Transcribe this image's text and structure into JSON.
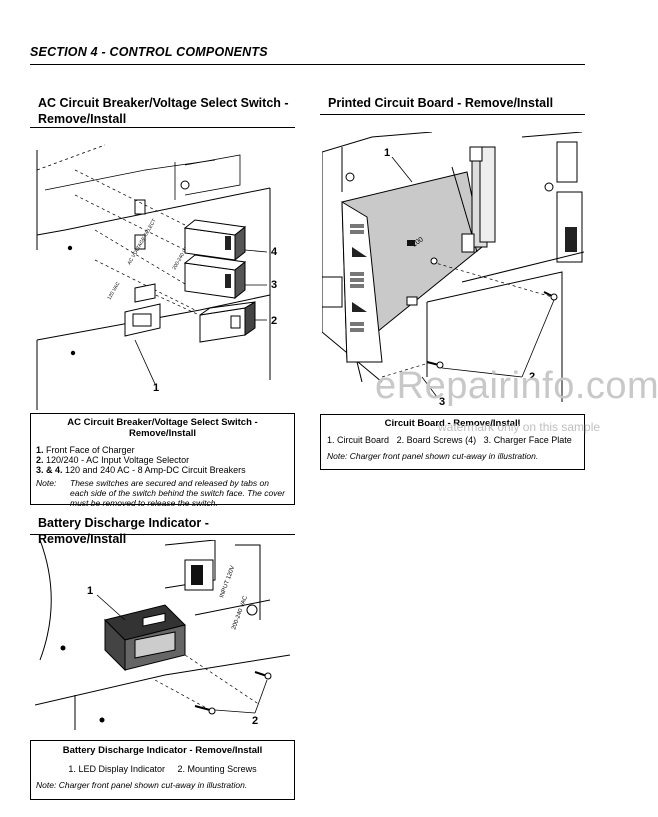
{
  "section": {
    "title": "SECTION 4 - CONTROL COMPONENTS"
  },
  "ac_breaker": {
    "title_line1": "AC Circuit Breaker/Voltage Select Switch  -",
    "title_line2": "Remove/Install",
    "callouts": [
      "1",
      "2",
      "3",
      "4"
    ],
    "figure_text": {
      "select": "AC VOLTAGE SELECT",
      "v120": "120 VAC",
      "v240": "200-240 VAC"
    },
    "caption": {
      "title": "AC Circuit Breaker/Voltage Select Switch - Remove/Install",
      "items": [
        {
          "num": "1.",
          "text": "Front Face of Charger"
        },
        {
          "num": "2.",
          "text": "120/240 - AC Input Voltage Selector"
        },
        {
          "num": "3. & 4.",
          "text": "120 and 240 AC - 8 Amp-DC Circuit Breakers"
        }
      ],
      "note_label": "Note:",
      "note_text": "These switches are secured and released by tabs on each side of the switch behind the switch face. The cover must be removed to release the switch."
    }
  },
  "pcb": {
    "title": "Printed Circuit Board - Remove/Install",
    "callouts": [
      "1",
      "2",
      "3"
    ],
    "figure_text": {
      "chip": "100",
      "board_mark": "o"
    },
    "caption": {
      "title": "Circuit Board - Remove/Install",
      "items": [
        {
          "num": "1.",
          "text": "Circuit Board"
        },
        {
          "num": "2.",
          "text": "Board Screws (4)"
        },
        {
          "num": "3.",
          "text": "Charger Face Plate"
        }
      ],
      "note_label": "Note:",
      "note_text": "Charger front panel shown cut-away in illustration."
    }
  },
  "battery": {
    "title": "Battery Discharge Indicator - Remove/Install",
    "callouts": [
      "1",
      "2"
    ],
    "figure_text": {
      "input": "INPUT 120V",
      "vac": "200-240 VAC"
    },
    "caption": {
      "title": "Battery Discharge Indicator - Remove/Install",
      "items": [
        {
          "num": "1.",
          "text": "LED Display Indicator"
        },
        {
          "num": "2.",
          "text": "Mounting Screws"
        }
      ],
      "note_label": "Note:",
      "note_text": "Charger front panel shown cut-away in illustration."
    }
  },
  "watermark": {
    "main": "eRepairinfo.com",
    "sub": "watermark only on this sample"
  }
}
